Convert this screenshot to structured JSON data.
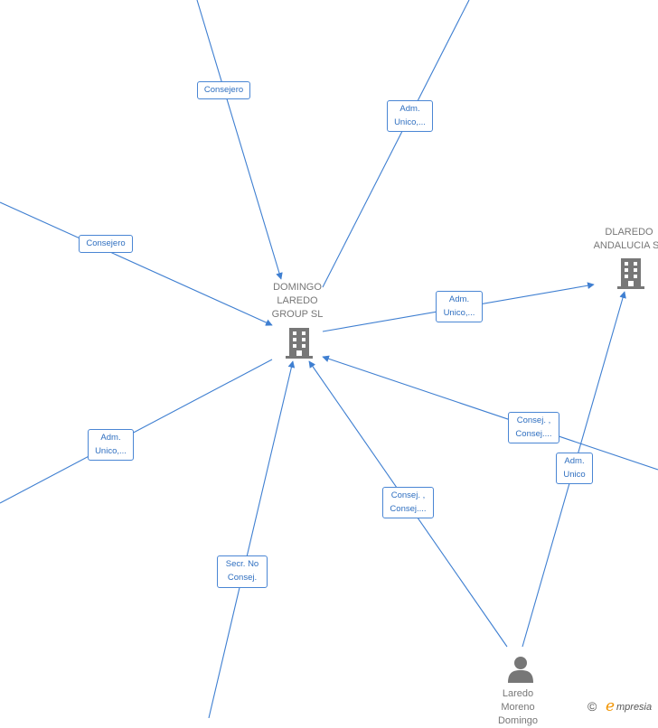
{
  "nodes": {
    "domingo": {
      "label": "DOMINGO\nLAREDO\nGROUP  SL",
      "icon": "building-icon"
    },
    "dlaredo": {
      "label": "DLAREDO\nANDALUCIA  SL",
      "icon": "building-icon"
    },
    "laredo": {
      "label": "Laredo\nMoreno\nDomingo",
      "icon": "person-icon"
    }
  },
  "edge_labels": {
    "e1": "Consejero",
    "e2": "Adm.\nUnico,...",
    "e3": "Consejero",
    "e4": "Adm.\nUnico,...",
    "e5": "Adm.\nUnico,...",
    "e6": "Consej. ,\nConsej....",
    "e7": "Adm.\nUnico",
    "e8": "Consej. ,\nConsej....",
    "e9": "Secr.  No\nConsej."
  },
  "brand": {
    "copyright": "©",
    "initial": "e",
    "name": "mpresia"
  },
  "colors": {
    "edge": "#3f7fd1",
    "label_border": "#4a86d4",
    "label_text": "#2f6fc0",
    "node_text": "#777777",
    "icon": "#777777"
  }
}
